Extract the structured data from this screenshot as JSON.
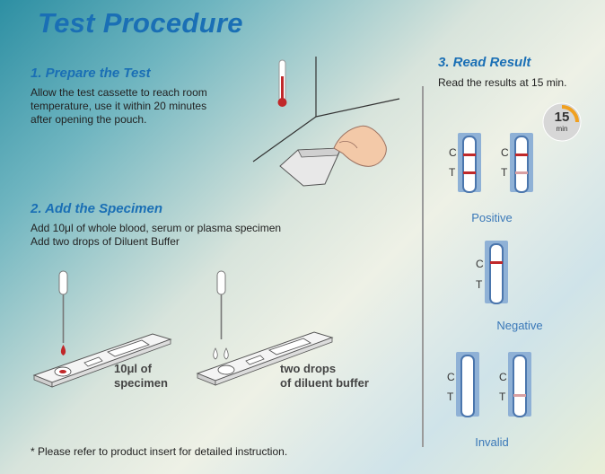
{
  "title": "Test Procedure",
  "step1": {
    "heading": "1. Prepare the Test",
    "lines": [
      "Allow the test cassette to reach room",
      "temperature, use it within 20 minutes",
      "after opening the pouch."
    ]
  },
  "step2": {
    "heading": "2. Add the Specimen",
    "lines": [
      "Add 10μl of whole blood, serum or plasma specimen",
      "Add two drops of Diluent Buffer"
    ],
    "annot_specimen": [
      "10μl of",
      "specimen"
    ],
    "annot_buffer": [
      "two drops",
      "of diluent buffer"
    ]
  },
  "step3": {
    "heading": "3. Read Result",
    "text": "Read the results at 15 min.",
    "timer_value": "15",
    "timer_unit": "min",
    "labels": {
      "c": "C",
      "t": "T"
    },
    "results": [
      "Positive",
      "Negative",
      "Invalid"
    ]
  },
  "footnote": "* Please refer to product insert for detailed instruction.",
  "colors": {
    "accent": "#1a6fb5",
    "band_strong": "#c0282a",
    "band_weak": "#d9a0a3",
    "timer_ring": "#f0a020"
  },
  "icons": [
    "thermometer-icon",
    "hand-pouch-icon",
    "dropper-icon",
    "cassette-icon",
    "timer-icon"
  ]
}
